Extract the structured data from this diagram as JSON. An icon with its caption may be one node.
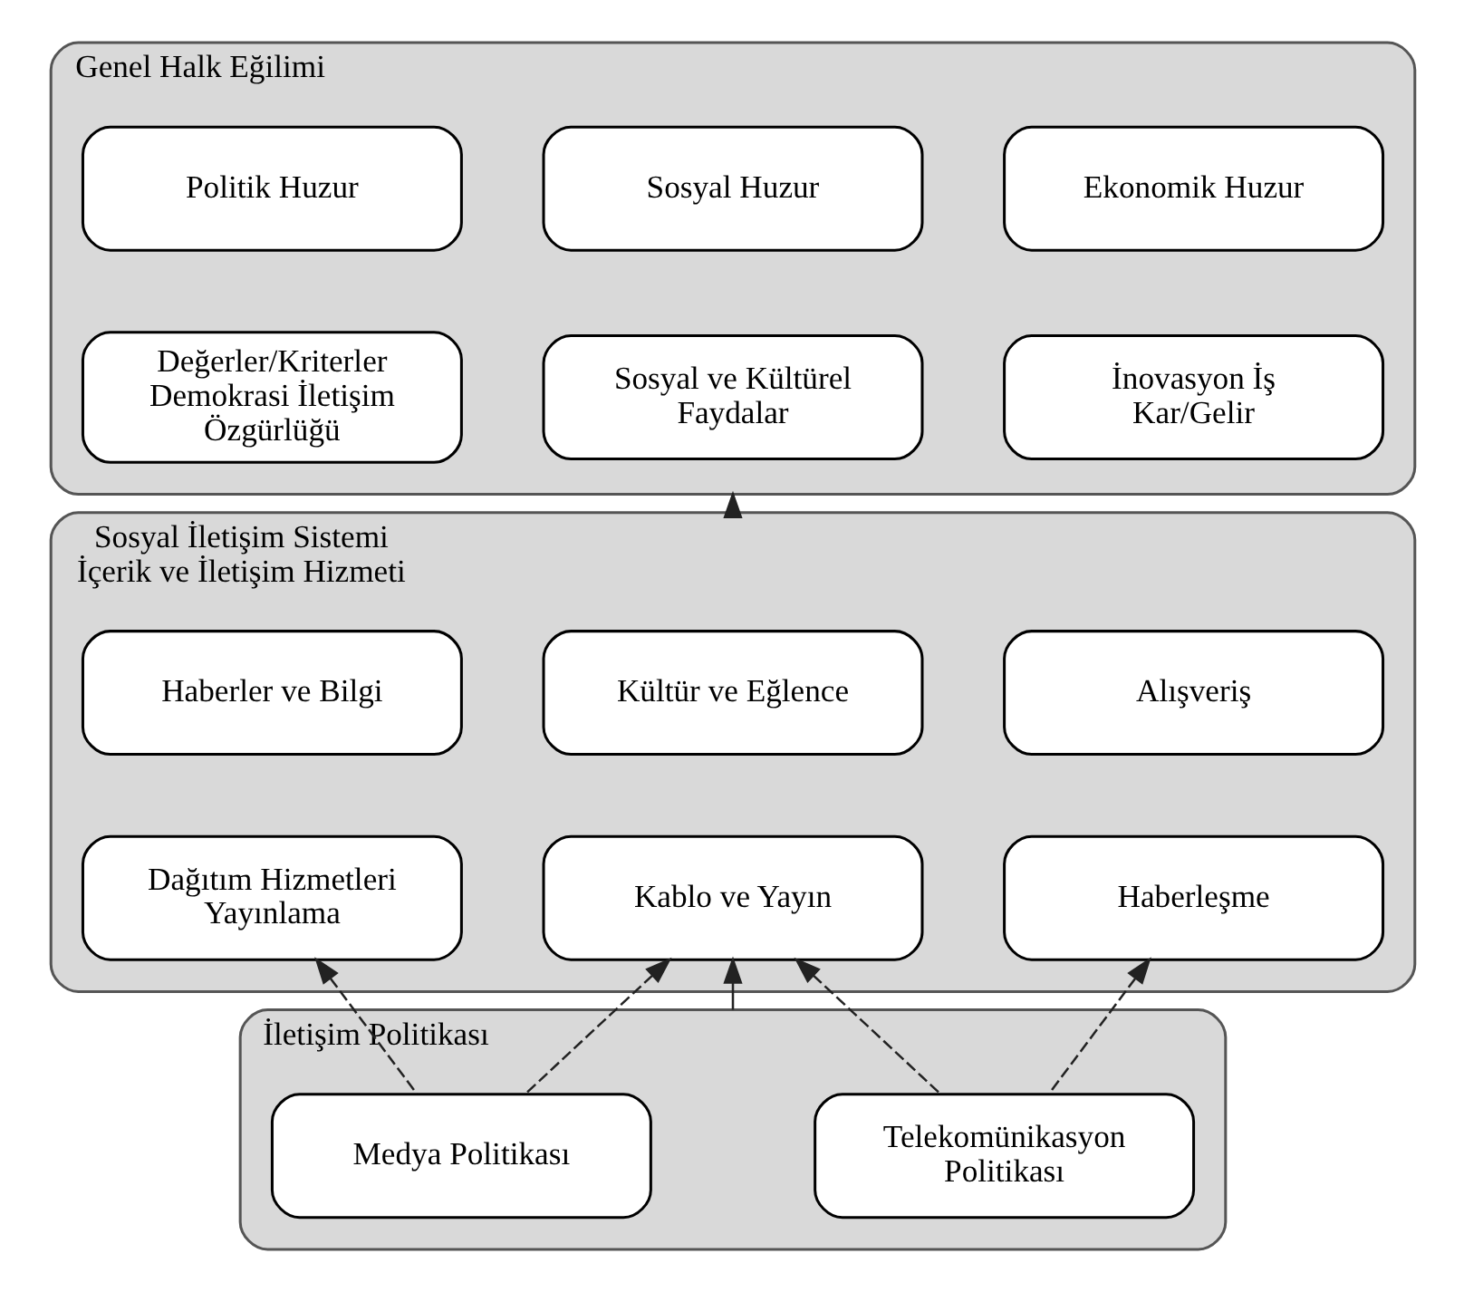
{
  "diagram": {
    "nodes": [
      {
        "text": [
          "Genel Halk Eğilimi"
        ]
      },
      {
        "text": [
          "Politik Huzur"
        ],
        "in": 0
      },
      {
        "text": [
          "Sosyal Huzur"
        ],
        "in": 0
      },
      {
        "text": [
          "Ekonomik Huzur"
        ],
        "in": 0
      },
      {
        "text": [
          "Değerler/Kriterler Demokrasi İletişim Özgürlüğü"
        ],
        "in": 0
      },
      {
        "text": [
          "Sosyal ve Kültürel Faydalar"
        ],
        "in": 0
      },
      {
        "text": [
          "İnovasyon İş Kar/Gelir"
        ],
        "in": 0
      },
      {
        "text": [
          "Sosyal İletişim Sistemi",
          "İçerik ve İletişim Hizmeti"
        ]
      },
      {
        "text": [
          "Haberler ve Bilgi"
        ],
        "in": 7
      },
      {
        "text": [
          "Kültür ve Eğlence"
        ],
        "in": 7
      },
      {
        "text": [
          "Alışveriş"
        ],
        "in": 7
      },
      {
        "text": [
          "Dağıtım Hizmetleri Yayınlama"
        ],
        "in": 7
      },
      {
        "text": [
          "Kablo ve Yayın"
        ],
        "in": 7
      },
      {
        "text": [
          "Haberleşme"
        ],
        "in": 7
      },
      {
        "text": [
          "İletişim Politikası"
        ]
      },
      {
        "text": [
          "Medya Politikası"
        ],
        "in": 14
      },
      {
        "text": [
          "Telekomünikasyon Politikası"
        ],
        "in": 14
      }
    ],
    "edges": [
      {
        "from": 7,
        "to": 0,
        "arrow": "to"
      },
      {
        "from": 14,
        "to": 12,
        "arrow": "to"
      },
      {
        "from": 15,
        "to": 11,
        "arrow": "to",
        "style": "dashed"
      },
      {
        "from": 15,
        "to": 12,
        "arrow": "to",
        "style": "dashed"
      },
      {
        "from": 16,
        "to": 12,
        "arrow": "to",
        "style": "dashed"
      },
      {
        "from": 16,
        "to": 13,
        "arrow": "to",
        "style": "dashed"
      }
    ]
  }
}
